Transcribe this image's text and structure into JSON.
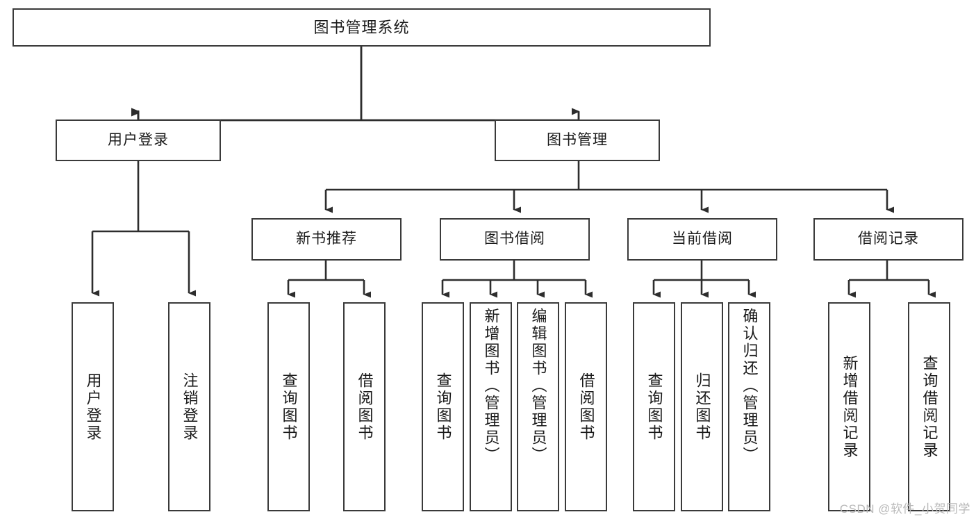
{
  "diagram": {
    "type": "tree-hierarchy",
    "title": "图书管理系统",
    "root": {
      "id": "root",
      "label": "图书管理系统"
    },
    "level2": [
      {
        "id": "user-login",
        "label": "用户登录"
      },
      {
        "id": "book-manage",
        "label": "图书管理"
      }
    ],
    "level3": [
      {
        "id": "new-book-rec",
        "label": "新书推荐",
        "parent": "book-manage"
      },
      {
        "id": "book-borrow",
        "label": "图书借阅",
        "parent": "book-manage"
      },
      {
        "id": "current-borrow",
        "label": "当前借阅",
        "parent": "book-manage"
      },
      {
        "id": "borrow-record",
        "label": "借阅记录",
        "parent": "book-manage"
      }
    ],
    "leaves": [
      {
        "id": "leaf-user-login",
        "label": "用户登录",
        "parent": "user-login"
      },
      {
        "id": "leaf-logout-login",
        "label": "注销登录",
        "parent": "user-login"
      },
      {
        "id": "leaf-query-book-1",
        "label": "查询图书",
        "parent": "new-book-rec"
      },
      {
        "id": "leaf-borrow-book-1",
        "label": "借阅图书",
        "parent": "new-book-rec"
      },
      {
        "id": "leaf-query-book-2",
        "label": "查询图书",
        "parent": "book-borrow"
      },
      {
        "id": "leaf-add-book",
        "label": "新增图书（管理员）",
        "parent": "book-borrow"
      },
      {
        "id": "leaf-edit-book",
        "label": "编辑图书（管理员）",
        "parent": "book-borrow"
      },
      {
        "id": "leaf-borrow-book-2",
        "label": "借阅图书",
        "parent": "book-borrow"
      },
      {
        "id": "leaf-query-book-3",
        "label": "查询图书",
        "parent": "current-borrow"
      },
      {
        "id": "leaf-return-book",
        "label": "归还图书",
        "parent": "current-borrow"
      },
      {
        "id": "leaf-confirm-return",
        "label": "确认归还（管理员）",
        "parent": "current-borrow"
      },
      {
        "id": "leaf-add-record",
        "label": "新增借阅记录",
        "parent": "borrow-record"
      },
      {
        "id": "leaf-query-record",
        "label": "查询借阅记录",
        "parent": "borrow-record"
      }
    ],
    "colors": {
      "stroke": "#3a3a3a",
      "text": "#1a1a1a",
      "background": "#ffffff",
      "watermark": "#b9b9b9"
    }
  },
  "watermark": {
    "text": "CSDN @软件_小贺同学"
  }
}
